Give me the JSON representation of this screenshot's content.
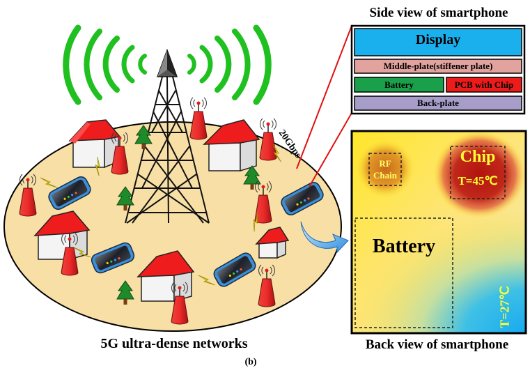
{
  "side_view": {
    "title": "Side view of smartphone",
    "layers": {
      "display": "Display",
      "middle_plate": "Middle-plate(stiffener plate)",
      "battery": "Battery",
      "pcb": "PCB with Chip",
      "back_plate": "Back-plate"
    }
  },
  "back_view": {
    "title": "Back view of smartphone",
    "rf_chain": "RF Chain",
    "chip": "Chip",
    "chip_temp": "T=45℃",
    "battery": "Battery",
    "ambient_temp": "T=27℃"
  },
  "network": {
    "caption": "5G ultra-dense networks",
    "link_speed": "20Gbps"
  },
  "figure_label": "(b)",
  "colors": {
    "display": "#1ab0ee",
    "middle_plate": "#e2a39f",
    "battery_layer": "#1aa04a",
    "pcb": "#ee1b1b",
    "back_plate": "#a79dc8",
    "ground": "#f8dfa6",
    "signal_green": "#1fc01f",
    "tower_antenna": "#d63a2a",
    "roof": "#ee1c1c",
    "tree": "#1e8a2a",
    "link": "#ffee00",
    "arrow": "#3fa6ee",
    "chip_hot": "#c01a12",
    "hot_text": "#ffff33"
  }
}
